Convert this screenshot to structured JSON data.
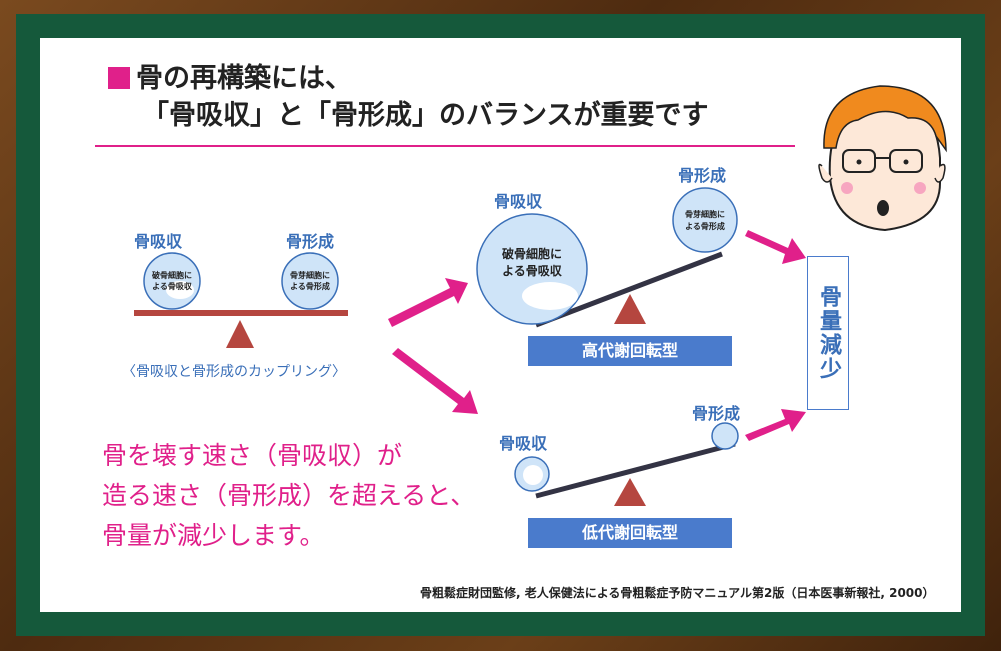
{
  "title": {
    "line1": "骨の再構築には、",
    "line2": "「骨吸収」と「骨形成」のバランスが重要です"
  },
  "left": {
    "label_resorption": "骨吸収",
    "label_formation": "骨形成",
    "circle_resorption": [
      "破骨細胞に",
      "よる骨吸収"
    ],
    "circle_formation": [
      "骨芽細胞に",
      "よる骨形成"
    ],
    "coupling": "〈骨吸収と骨形成のカップリング〉"
  },
  "high": {
    "label_resorption": "骨吸収",
    "label_formation": "骨形成",
    "circle_resorption": [
      "破骨細胞に",
      "よる骨吸収"
    ],
    "circle_formation": [
      "骨芽細胞に",
      "よる骨形成"
    ],
    "type": "高代謝回転型"
  },
  "low": {
    "label_resorption": "骨吸収",
    "label_formation": "骨形成",
    "type": "低代謝回転型"
  },
  "result": "骨量減少",
  "note": [
    "骨を壊す速さ（骨吸収）が",
    "造る速さ（骨形成）を超えると、",
    "骨量が減少します。"
  ],
  "source": "骨粗鬆症財団監修, 老人保健法による骨粗鬆症予防マニュアル第2版（日本医事新報社, 2000）",
  "colors": {
    "accent_pink": "#e0208a",
    "blue": "#4a7bcc",
    "board_green": "#15593b",
    "frame_brown": "#5a3514",
    "fulcrum": "#b5463f"
  }
}
